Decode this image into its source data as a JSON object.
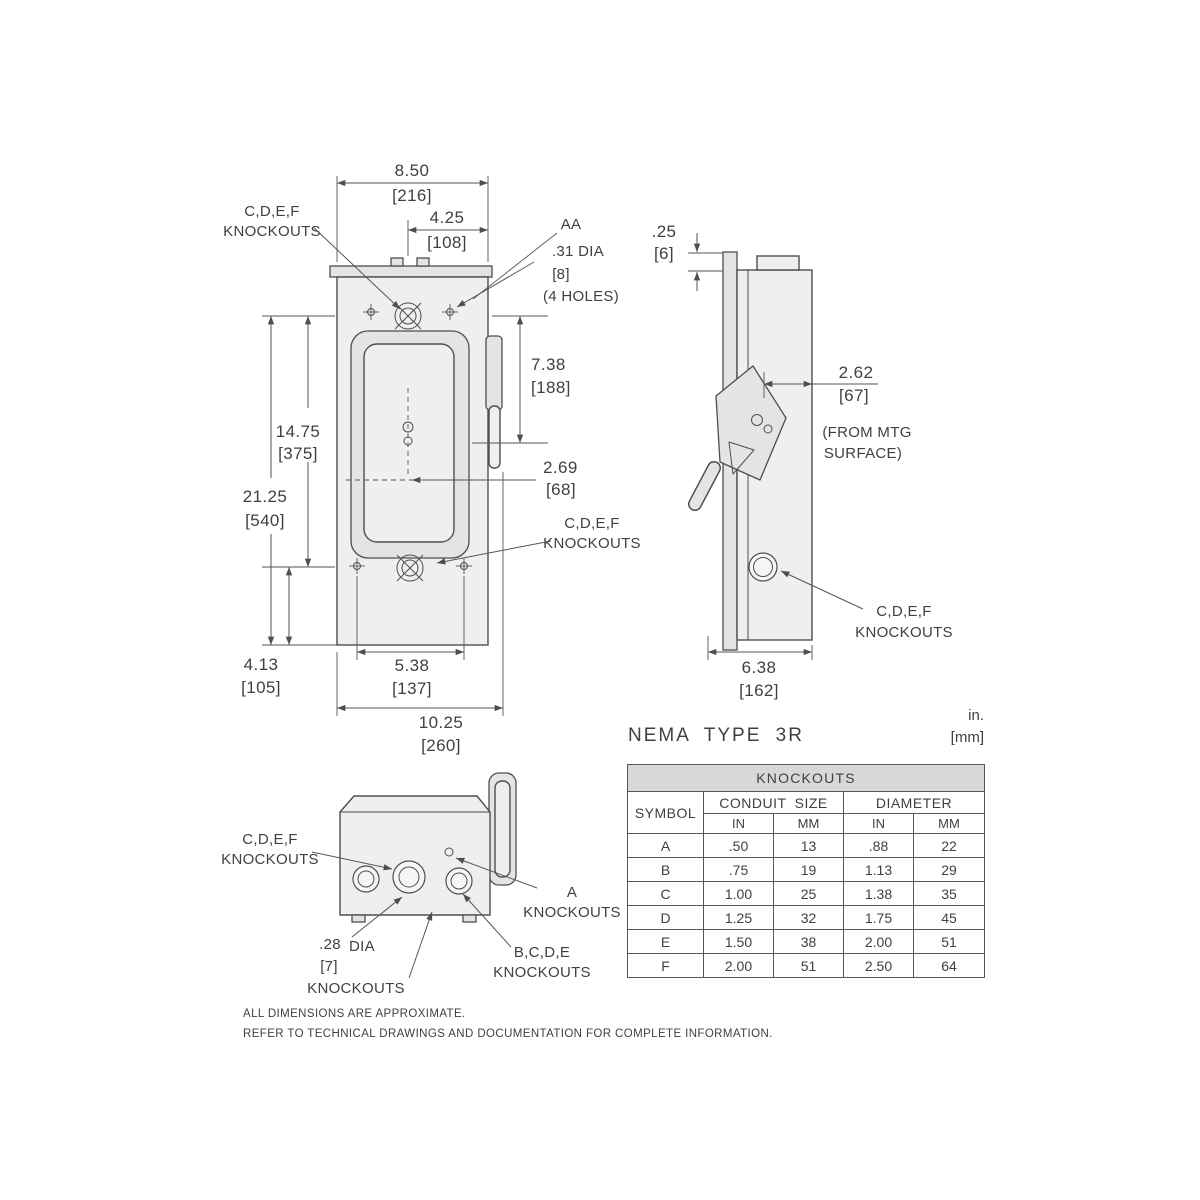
{
  "title": "NEMA TYPE 3R",
  "units": {
    "in": "in.",
    "mm": "[mm]"
  },
  "drawing": {
    "shared": {
      "cdef": "C,D,E,F",
      "knockouts": "KNOCKOUTS"
    },
    "front": {
      "dim_width_in": "8.50",
      "dim_width_mm": "[216]",
      "dim_half_in": "4.25",
      "dim_half_mm": "[108]",
      "aa": "AA",
      "hole_dia_in": ".31  DIA",
      "hole_dia_mm": "[8]",
      "hole_count": "(4 HOLES)",
      "dim_738_in": "7.38",
      "dim_738_mm": "[188]",
      "dim_1475_in": "14.75",
      "dim_1475_mm": "[375]",
      "dim_2125_in": "21.25",
      "dim_2125_mm": "[540]",
      "dim_269_in": "2.69",
      "dim_269_mm": "[68]",
      "dim_413_in": "4.13",
      "dim_413_mm": "[105]",
      "dim_538_in": "5.38",
      "dim_538_mm": "[137]",
      "dim_1025_in": "10.25",
      "dim_1025_mm": "[260]"
    },
    "side": {
      "dim_025_in": ".25",
      "dim_025_mm": "[6]",
      "dim_262_in": "2.62",
      "dim_262_mm": "[67]",
      "from_mtg_line1": "(FROM MTG",
      "from_mtg_line2": "SURFACE)",
      "dim_638_in": "6.38",
      "dim_638_mm": "[162]"
    },
    "bottom": {
      "dia_in": ".28",
      "dia_mm": "[7]",
      "dia_label": "DIA",
      "knockouts": "KNOCKOUTS",
      "a_label": "A",
      "bcde_label": "B,C,D,E"
    }
  },
  "table": {
    "title": "KNOCKOUTS",
    "col_symbol": "SYMBOL",
    "col_conduit": "CONDUIT SIZE",
    "col_diameter": "DIAMETER",
    "col_in": "IN",
    "col_mm": "MM",
    "rows": [
      {
        "symbol": "A",
        "conduit_in": ".50",
        "conduit_mm": "13",
        "dia_in": ".88",
        "dia_mm": "22"
      },
      {
        "symbol": "B",
        "conduit_in": ".75",
        "conduit_mm": "19",
        "dia_in": "1.13",
        "dia_mm": "29"
      },
      {
        "symbol": "C",
        "conduit_in": "1.00",
        "conduit_mm": "25",
        "dia_in": "1.38",
        "dia_mm": "35"
      },
      {
        "symbol": "D",
        "conduit_in": "1.25",
        "conduit_mm": "32",
        "dia_in": "1.75",
        "dia_mm": "45"
      },
      {
        "symbol": "E",
        "conduit_in": "1.50",
        "conduit_mm": "38",
        "dia_in": "2.00",
        "dia_mm": "51"
      },
      {
        "symbol": "F",
        "conduit_in": "2.00",
        "conduit_mm": "51",
        "dia_in": "2.50",
        "dia_mm": "64"
      }
    ]
  },
  "footer": {
    "line1": "ALL DIMENSIONS ARE APPROXIMATE.",
    "line2": "REFER TO TECHNICAL DRAWINGS AND DOCUMENTATION FOR COMPLETE INFORMATION."
  },
  "colors": {
    "line": "#4d4e52",
    "text": "#3f4044",
    "fill_light": "#efeff0",
    "fill_mid": "#e4e4e6",
    "table_header_bg": "#d8d8da",
    "background": "#ffffff"
  }
}
